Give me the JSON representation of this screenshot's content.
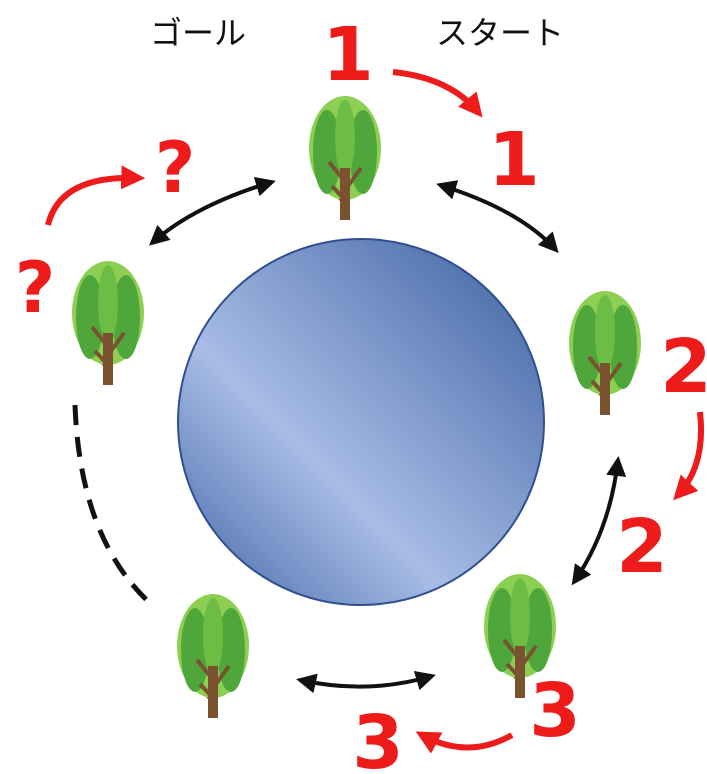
{
  "labels": {
    "goal": "ゴール",
    "start": "スタート"
  },
  "steps": {
    "s1a": "1",
    "s1b": "1",
    "s2a": "2",
    "s2b": "2",
    "s3a": "3",
    "s3b": "3",
    "qa": "?",
    "qb": "?"
  },
  "colors": {
    "number": "#ee1b1b",
    "red_arrow": "#ee1b1b",
    "black_arrow": "#111111",
    "pond_light": "#b5c7ea",
    "pond_dark": "#3f63a4",
    "pond_edge": "#2f4f8f",
    "tree_light": "#8ccf52",
    "tree_dark": "#4fa63a",
    "trunk": "#7a5230"
  },
  "icons": {
    "tree": "tree-icon",
    "pond": "pond"
  }
}
